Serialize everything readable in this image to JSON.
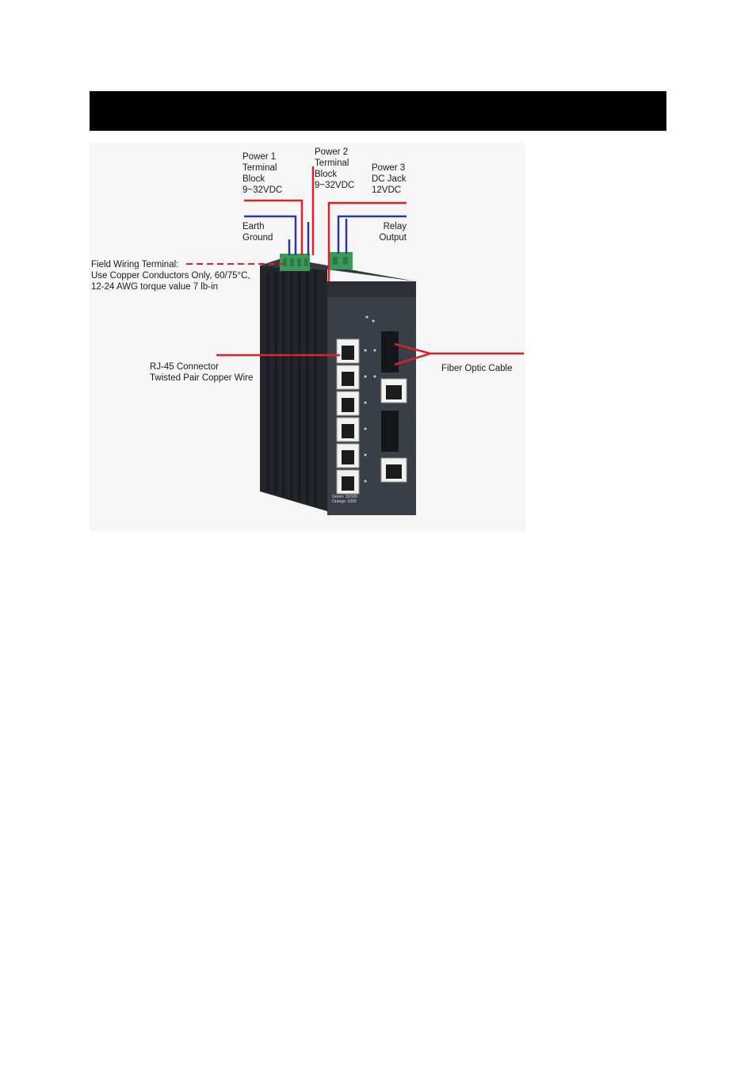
{
  "header": {
    "text": ""
  },
  "figure": {
    "labels": {
      "power1": "Power 1\nTerminal\nBlock\n9~32VDC",
      "power2": "Power 2\nTerminal\nBlock\n9~32VDC",
      "power3": "Power 3\nDC Jack\n12VDC",
      "earth": "Earth\nGround",
      "relay": "Relay\nOutput",
      "field_wiring": "Field Wiring Terminal:\nUse Copper Conductors Only, 60/75°C,\n12-24 AWG torque value 7 lb-in",
      "rj45": "RJ-45 Connector\nTwisted Pair Copper Wire",
      "fiber": "Fiber Optic Cable",
      "panel_note": "Green: 10/100\nOrange: 1000"
    },
    "colors": {
      "wire_red": "#d8232a",
      "wire_blue": "#2b3a9a",
      "terminal_green": "#3a9a5a",
      "device_body": "#2a2d33",
      "front_panel": "#3a3e46"
    }
  }
}
